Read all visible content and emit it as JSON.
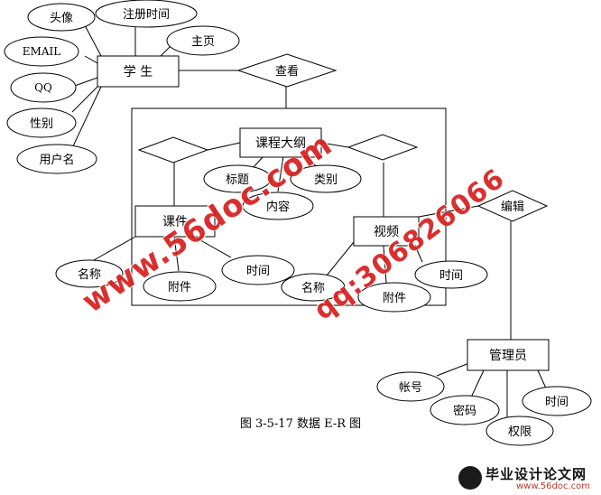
{
  "entities": {
    "student": "学 生",
    "syllabus": "课程大纲",
    "courseware": "课件",
    "video": "视频",
    "admin": "管理员"
  },
  "relationships": {
    "view": "查看",
    "edit": "编辑"
  },
  "attributes": {
    "student": [
      "头像",
      "注册时间",
      "主页",
      "EMAIL",
      "QQ",
      "性别",
      "用户名"
    ],
    "syllabus": [
      "标题",
      "类别",
      "内容"
    ],
    "courseware": [
      "名称",
      "附件",
      "时间"
    ],
    "video": [
      "名称",
      "附件",
      "时间"
    ],
    "admin": [
      "帐号",
      "密码",
      "权限",
      "时间"
    ]
  },
  "caption": "图 3-5-17    数据 E-R 图",
  "watermarks": {
    "site": "www.56doc.com",
    "qq": "qq:306826066"
  },
  "logo": {
    "title": "毕业设计论文网",
    "url": "www.56doc.com"
  }
}
